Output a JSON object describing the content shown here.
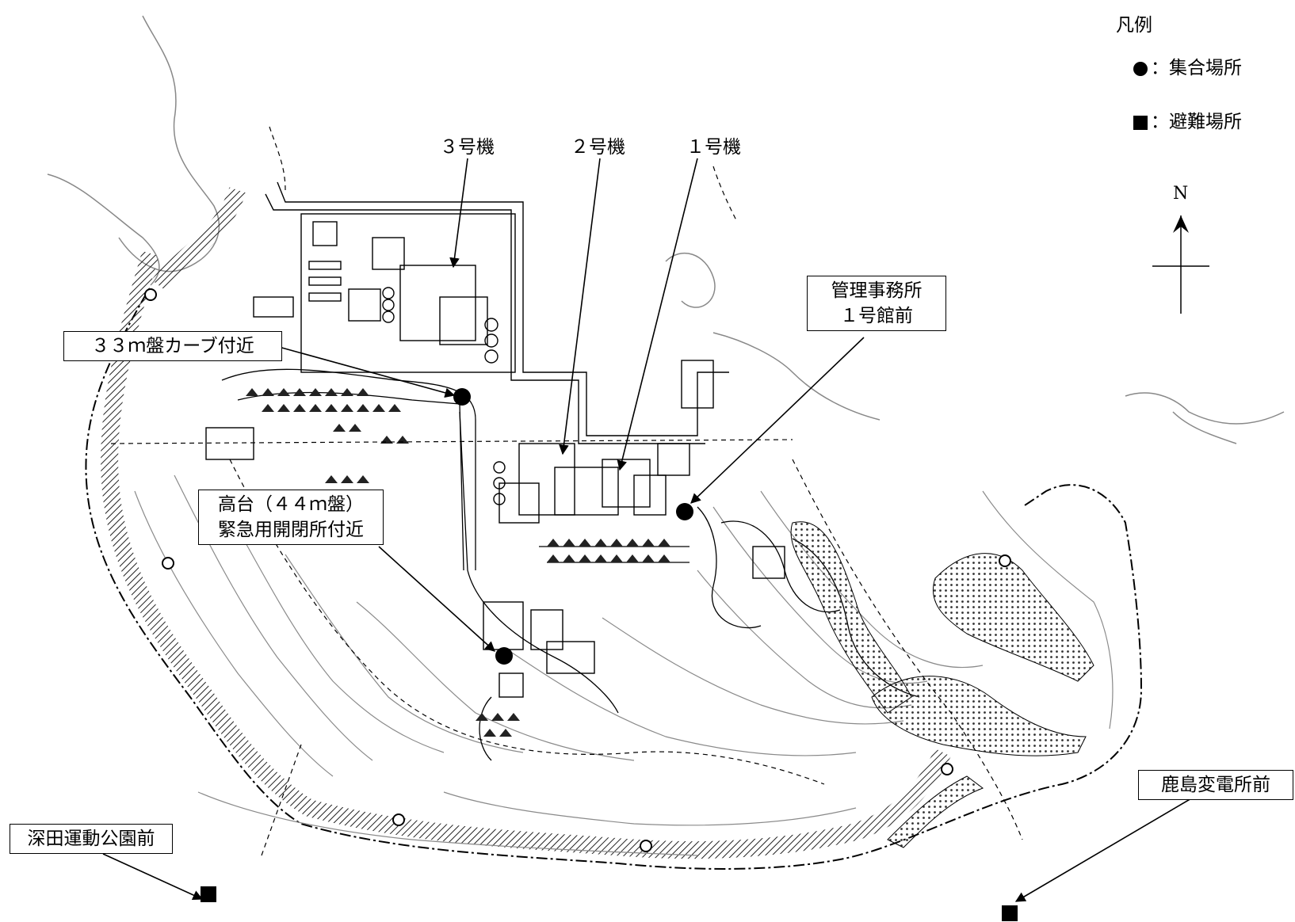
{
  "legend": {
    "title": "凡例",
    "assembly_label": "：集合場所",
    "evacuation_label": "：避難場所"
  },
  "north_label": "N",
  "units": {
    "unit3": "３号機",
    "unit2": "２号機",
    "unit1": "１号機"
  },
  "assembly_points": {
    "curve33": "３３ｍ盤カーブ付近",
    "highland_line1": "高台（４４ｍ盤）",
    "highland_line2": "緊急用開閉所付近",
    "office_line1": "管理事務所",
    "office_line2": "１号館前"
  },
  "evacuation_sites": {
    "fukada": "深田運動公園前",
    "kashima": "鹿島変電所前"
  },
  "colors": {
    "ink": "#000000",
    "contour": "#8a8a8a",
    "hatch": "#222222",
    "background": "#ffffff"
  }
}
